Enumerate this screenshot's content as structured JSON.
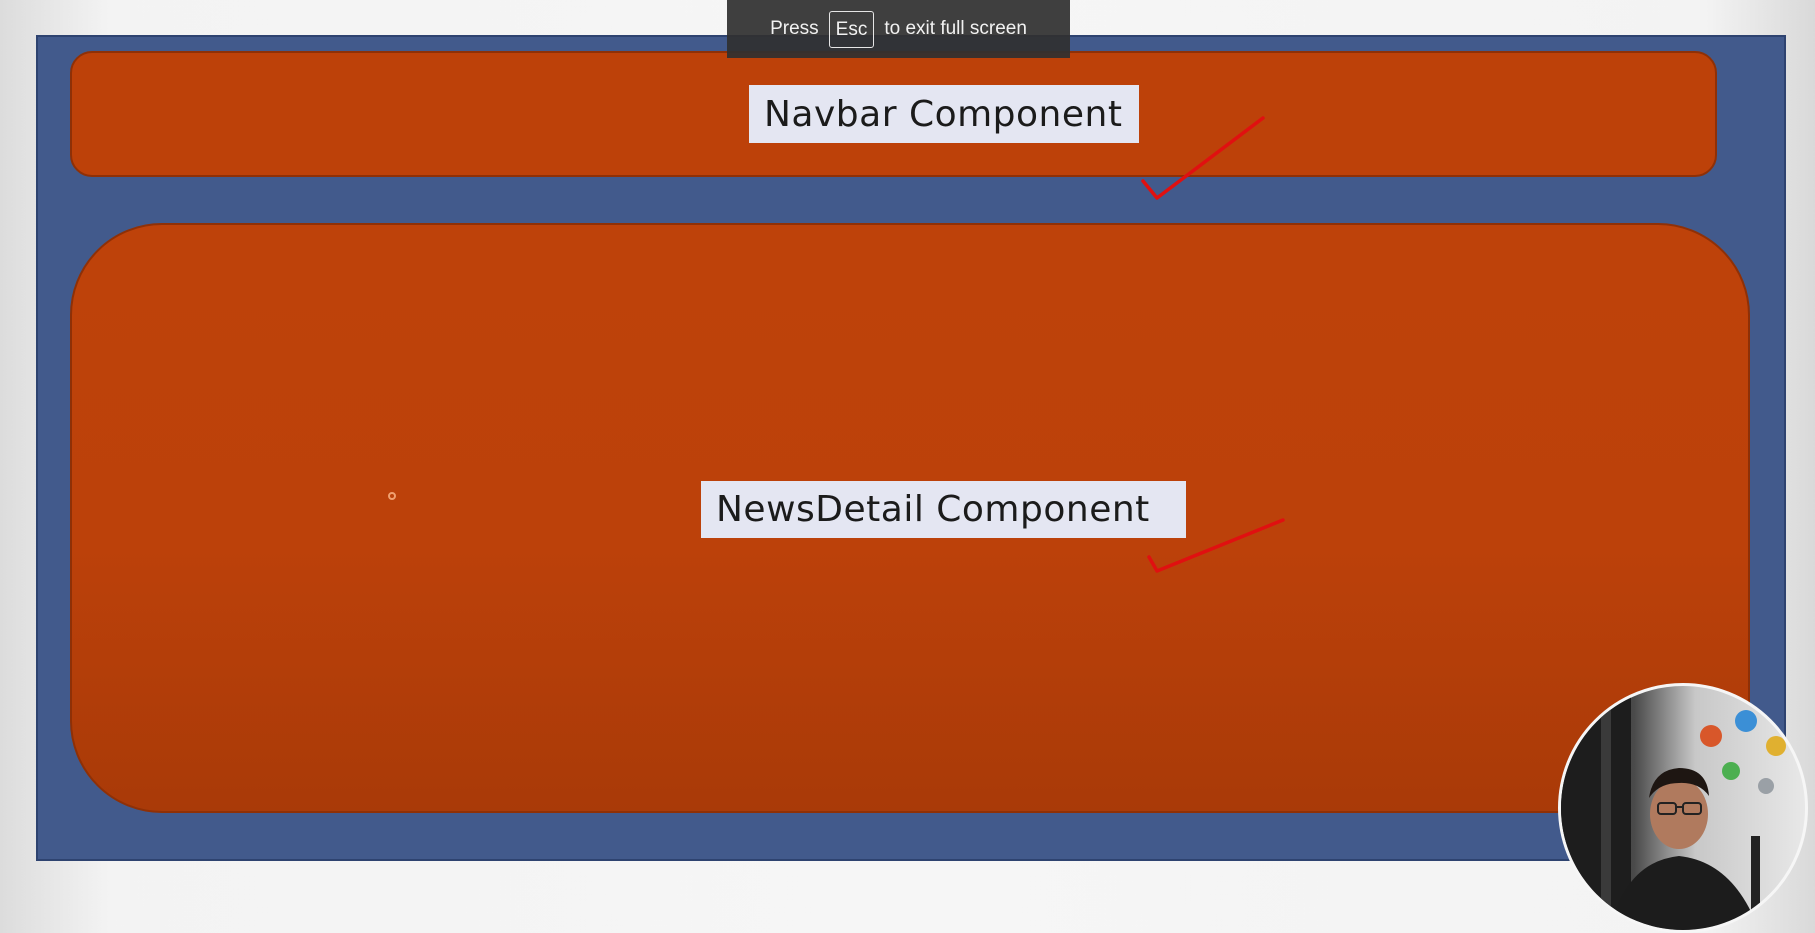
{
  "fullscreen_notice": {
    "press_text": "Press",
    "key_label": "Esc",
    "suffix_text": "to exit full screen"
  },
  "slide": {
    "navbar_label": "Navbar Component",
    "detail_label": "NewsDetail Component"
  },
  "colors": {
    "slide_background": "#425a8c",
    "component_fill": "#bd4109",
    "label_fill": "#e4e6f2",
    "check_mark": "#e01010",
    "toast_background": "#303030"
  },
  "icons": {
    "annotation": "check-mark",
    "webcam": "presenter-webcam-overlay"
  }
}
